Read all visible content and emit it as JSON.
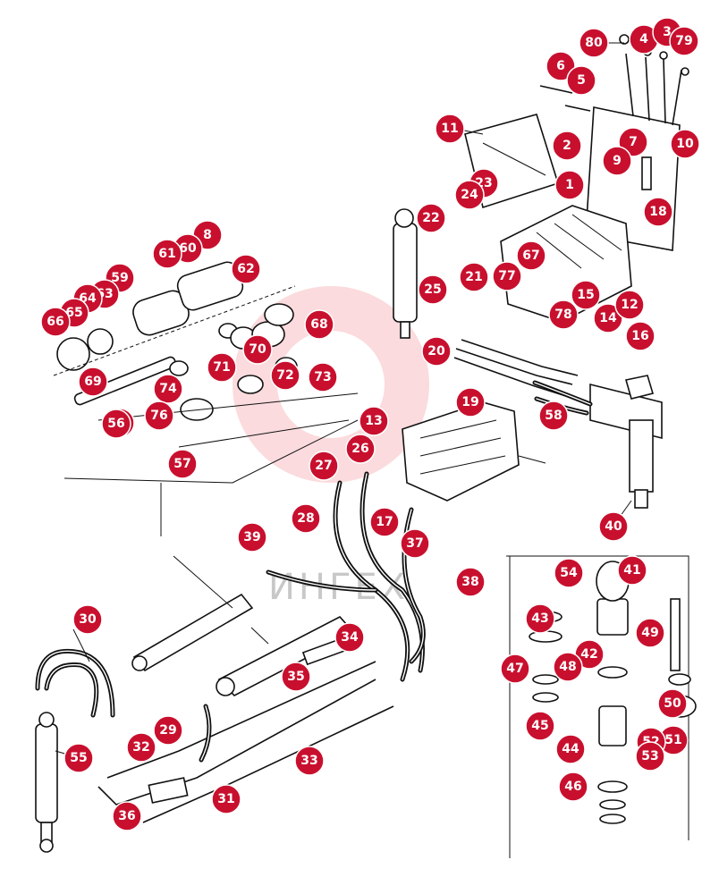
{
  "diagram": {
    "watermark_text": "ИНГЕХ",
    "callouts": [
      "80",
      "4",
      "3",
      "79",
      "6",
      "5",
      "11",
      "2",
      "7",
      "10",
      "9",
      "1",
      "23",
      "24",
      "22",
      "18",
      "8",
      "60",
      "61",
      "62",
      "59",
      "63",
      "64",
      "65",
      "66",
      "68",
      "69",
      "70",
      "71",
      "72",
      "73",
      "74",
      "75",
      "76",
      "77",
      "67",
      "78",
      "15",
      "25",
      "21",
      "20",
      "19",
      "16",
      "14",
      "12",
      "13",
      "17",
      "26",
      "27",
      "28",
      "29",
      "30",
      "31",
      "32",
      "33",
      "34",
      "35",
      "36",
      "37",
      "38",
      "39",
      "40",
      "41",
      "42",
      "43",
      "44",
      "45",
      "46",
      "47",
      "48",
      "49",
      "50",
      "51",
      "52",
      "53",
      "54",
      "55",
      "56",
      "57",
      "58"
    ]
  }
}
